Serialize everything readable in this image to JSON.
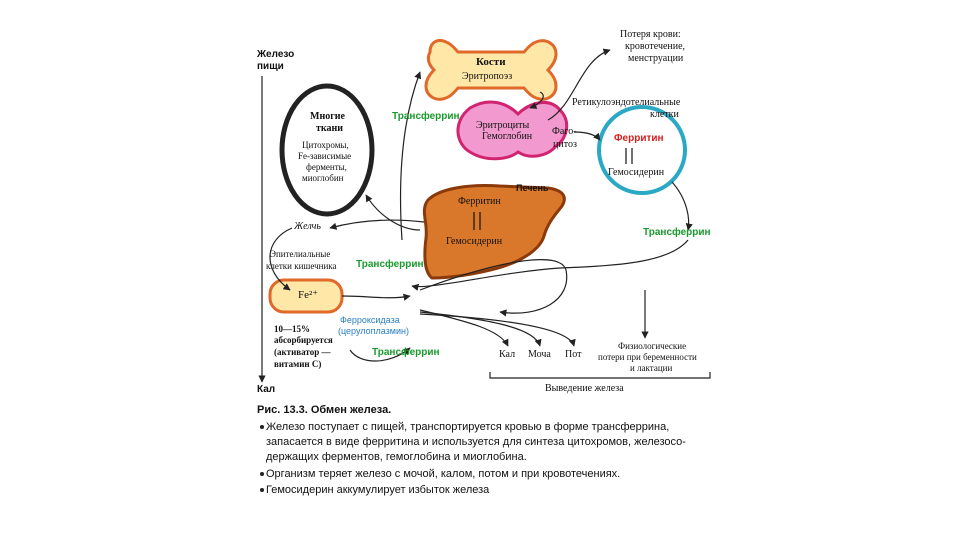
{
  "diagram": {
    "left_axis": {
      "top_label_line1": "Железо",
      "top_label_line2": "пищи",
      "bottom_label": "Кал"
    },
    "bone": {
      "title": "Кости",
      "subtitle": "Эритропоэз"
    },
    "blood_loss": {
      "line1": "Потеря крови:",
      "line2": "кровотечение,",
      "line3": "менструации"
    },
    "tissues": {
      "line1": "Многие",
      "line2": "ткани",
      "line3": "Цитохромы,",
      "line4": "Fe-зависимые",
      "line5": "ферменты,",
      "line6": "миоглобин"
    },
    "erythrocytes": {
      "line1": "Эритроциты",
      "line2": "Гемоглобин"
    },
    "phagocytosis": {
      "line1": "Фаго-",
      "line2": "цитоз"
    },
    "reticulo": {
      "label_line1": "Ретикулоэндотелиальные",
      "label_line2": "клетки",
      "ferritin": "Ферритин",
      "hemosiderin": "Гемосидерин"
    },
    "liver": {
      "label": "Печень",
      "ferritin": "Ферритин",
      "hemosiderin": "Гемосидерин"
    },
    "bile": "Желчь",
    "epithelial": {
      "line1": "Эпителиальные",
      "line2": "клетки кишечника"
    },
    "fe_ion": "Fe²⁺",
    "ferroxidase": {
      "line1": "Ферроксидаза",
      "line2": "(церулоплазмин)"
    },
    "absorbed": {
      "line1": "10—15%",
      "line2": "абсорбируется",
      "line3": "(активатор —",
      "line4": "витамин С)"
    },
    "transferrin_labels": [
      "Трансферрин",
      "Трансферрин",
      "Трансферрин",
      "Трансферрин"
    ],
    "excretion": {
      "feces": "Кал",
      "urine": "Моча",
      "sweat": "Пот",
      "label": "Выведение железа"
    },
    "physiological": {
      "line1": "Физиологические",
      "line2": "потери при беременности",
      "line3": "и лактации"
    },
    "colors": {
      "bone_fill": "#ffe7a8",
      "bone_stroke": "#e0692a",
      "erythro_fill": "#f29ad0",
      "erythro_stroke": "#d2236f",
      "liver_fill": "#d9782a",
      "liver_stroke": "#8a3a0a",
      "reticulo_stroke": "#2aa8c4",
      "tissue_stroke": "#222222",
      "green_text": "#1a9a2e",
      "red_text": "#d61f1f",
      "blue_text": "#2a7fc4"
    }
  },
  "caption": {
    "title": "Рис. 13.3. Обмен железа.",
    "bullet1_line1": "Железо поступает с пищей, транспортируется кровью   в форме трансферрина,",
    "bullet1_line2": "запасается в виде ферритина и используется для синтеза цитохромов, железосо-",
    "bullet1_line3": "держащих ферментов, гемоглобина и миоглобина.",
    "bullet2": "Организм теряет железо с мочой, калом, потом и при кровотечениях.",
    "bullet3": "Гемосидерин аккумулирует избыток железа"
  }
}
